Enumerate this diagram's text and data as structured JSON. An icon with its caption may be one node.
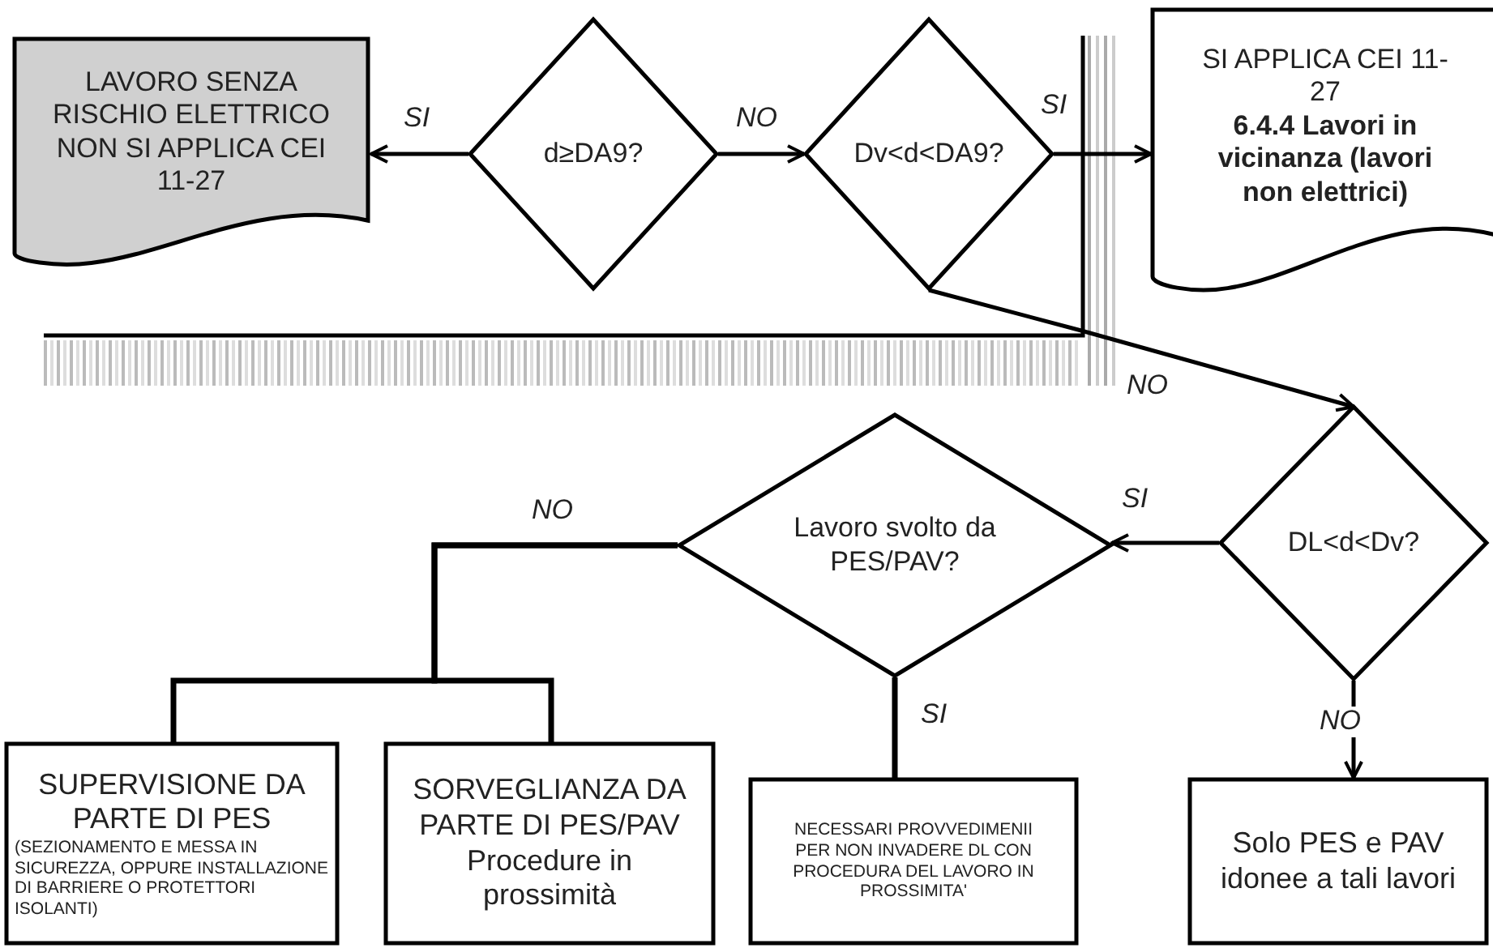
{
  "diagram": {
    "nodes": [
      {
        "text": [
          "LAVORO SENZA RISCHIO ELETTRICO NON SI APPLICA CEI 11-27"
        ]
      },
      {
        "text": [
          "d≥DA9?"
        ]
      },
      {
        "text": [
          "Dv<d<DA9?"
        ]
      },
      {
        "text": [
          "SI APPLICA CEI 11-27",
          "6.4.4 Lavori in vicinanza (lavori non elettrici)"
        ]
      },
      {
        "text": [
          "DL<d<Dv?"
        ]
      },
      {
        "text": [
          "Lavoro svolto da PES/PAV?"
        ]
      },
      {
        "text": [
          "SUPERVISIONE DA PARTE DI PES",
          "(SEZIONAMENTO E  MESSA IN SICUREZZA, OPPURE INSTALLAZIONE DI BARRIERE O PROTETTORI ISOLANTI)"
        ]
      },
      {
        "text": [
          "SORVEGLIANZA DA PARTE DI PES/PAV",
          "Procedure in prossimità"
        ]
      },
      {
        "text": [
          "NECESSARI PROVVEDIMENII PER NON INVADERE DL CON PROCEDURA DEL LAVORO IN PROSSIMITA'"
        ]
      },
      {
        "text": [
          "Solo PES e PAV idonee a tali lavori"
        ]
      }
    ],
    "edges": [
      {
        "from": 1,
        "to": 0,
        "arrow": "to",
        "label": "SI"
      },
      {
        "from": 1,
        "to": 2,
        "arrow": "to",
        "label": "NO"
      },
      {
        "from": 2,
        "to": 3,
        "arrow": "to",
        "label": "SI"
      },
      {
        "from": 2,
        "to": 4,
        "arrow": "to",
        "label": "NO"
      },
      {
        "from": 4,
        "to": 5,
        "arrow": "to",
        "label": "SI"
      },
      {
        "from": 4,
        "to": 9,
        "arrow": "to",
        "label": "NO"
      },
      {
        "from": 5,
        "to": 6,
        "arrow": "none",
        "label": "NO"
      },
      {
        "from": 5,
        "to": 7,
        "arrow": "none"
      },
      {
        "from": 5,
        "to": 8,
        "arrow": "none",
        "label": "SI"
      }
    ]
  }
}
